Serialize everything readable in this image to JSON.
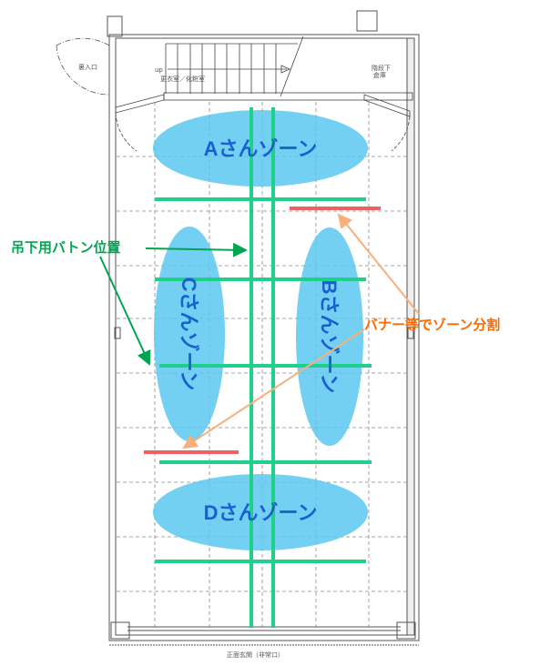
{
  "plan": {
    "back_entrance": "裏入口",
    "stairs_up": "up",
    "dressing_room": "更衣室／化粧室",
    "storage_line1": "階段下",
    "storage_line2": "倉庫",
    "front_entrance": "正面玄関（非常口）"
  },
  "zones": {
    "a": "Aさんゾーン",
    "b": "Bさんゾーン",
    "c": "Cさんゾーン",
    "d": "Dさんゾーン"
  },
  "callouts": {
    "batten": "吊下用バトン位置",
    "banner": "バナー等でゾーン分割"
  },
  "colors": {
    "zone_fill": "#5bc8f0",
    "batten": "#1fd08a",
    "banner": "#f06060",
    "callout_green": "#00a651",
    "callout_orange": "#ff6a00",
    "arrow_orange": "#f8b07a"
  }
}
